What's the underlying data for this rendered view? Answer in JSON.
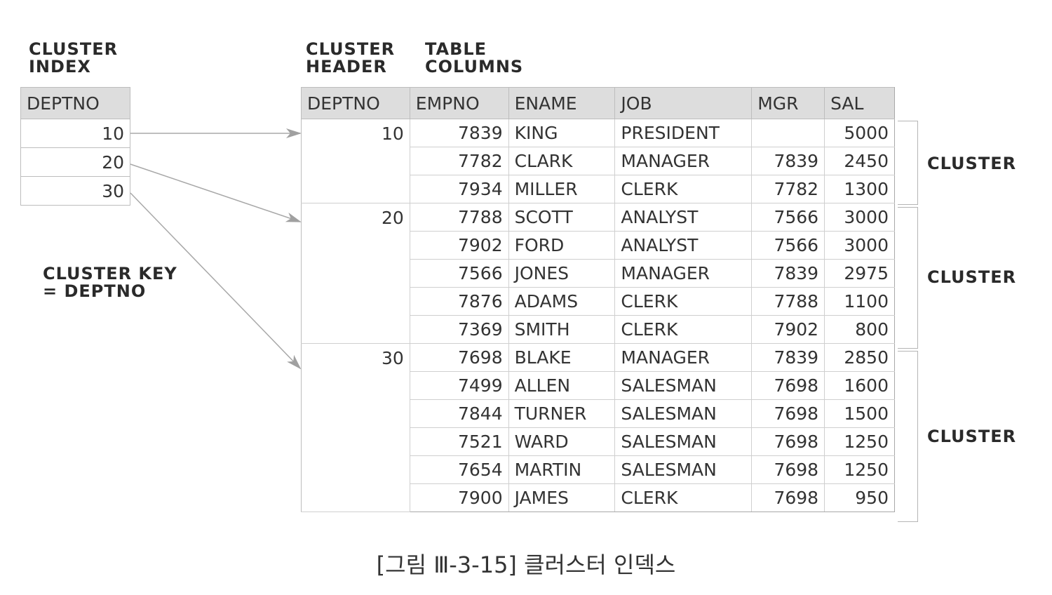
{
  "labels": {
    "cluster_index": "CLUSTER\nINDEX",
    "cluster_header": "CLUSTER\nHEADER",
    "table_columns": "TABLE\nCOLUMNS",
    "cluster_key": "CLUSTER KEY\n= DEPTNO"
  },
  "index_table": {
    "header": "DEPTNO",
    "values": [
      "10",
      "20",
      "30"
    ]
  },
  "main_table": {
    "columns": [
      "DEPTNO",
      "EMPNO",
      "ENAME",
      "JOB",
      "MGR",
      "SAL"
    ],
    "groups": [
      {
        "deptno": "10",
        "rows": [
          [
            "7839",
            "KING",
            "PRESIDENT",
            "",
            "5000"
          ],
          [
            "7782",
            "CLARK",
            "MANAGER",
            "7839",
            "2450"
          ],
          [
            "7934",
            "MILLER",
            "CLERK",
            "7782",
            "1300"
          ]
        ]
      },
      {
        "deptno": "20",
        "rows": [
          [
            "7788",
            "SCOTT",
            "ANALYST",
            "7566",
            "3000"
          ],
          [
            "7902",
            "FORD",
            "ANALYST",
            "7566",
            "3000"
          ],
          [
            "7566",
            "JONES",
            "MANAGER",
            "7839",
            "2975"
          ],
          [
            "7876",
            "ADAMS",
            "CLERK",
            "7788",
            "1100"
          ],
          [
            "7369",
            "SMITH",
            "CLERK",
            "7902",
            "800"
          ]
        ]
      },
      {
        "deptno": "30",
        "rows": [
          [
            "7698",
            "BLAKE",
            "MANAGER",
            "7839",
            "2850"
          ],
          [
            "7499",
            "ALLEN",
            "SALESMAN",
            "7698",
            "1600"
          ],
          [
            "7844",
            "TURNER",
            "SALESMAN",
            "7698",
            "1500"
          ],
          [
            "7521",
            "WARD",
            "SALESMAN",
            "7698",
            "1250"
          ],
          [
            "7654",
            "MARTIN",
            "SALESMAN",
            "7698",
            "1250"
          ],
          [
            "7900",
            "JAMES",
            "CLERK",
            "7698",
            "950"
          ]
        ]
      }
    ]
  },
  "cluster_labels": [
    "CLUSTER",
    "CLUSTER",
    "CLUSTER"
  ],
  "caption": "[그림 Ⅲ-3-15] 클러스터 인덱스",
  "colors": {
    "header_bg": "#dddddd",
    "border": "#bdbdbd",
    "arrow": "#a0a0a0"
  }
}
